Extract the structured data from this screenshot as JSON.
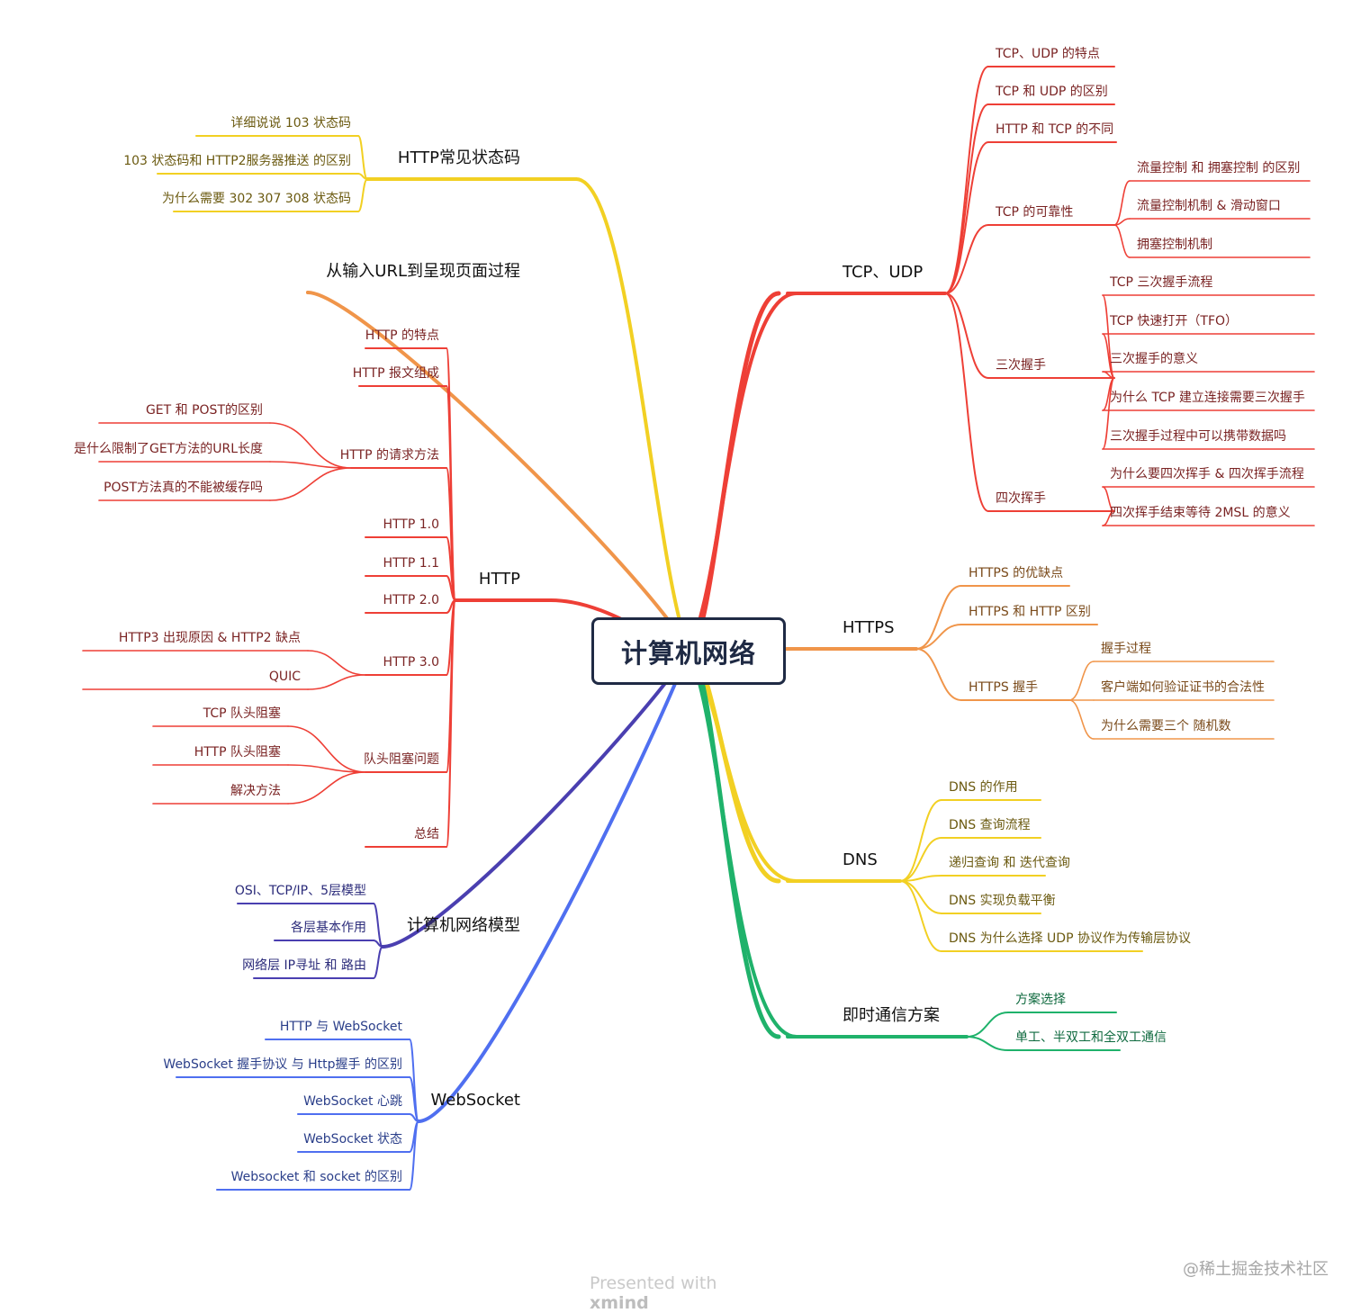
{
  "central": {
    "title": "计算机网络"
  },
  "branches": [
    {
      "label": "TCP、UDP",
      "color": "#ee3f36",
      "children": [
        {
          "label": "TCP、UDP 的特点"
        },
        {
          "label": "TCP 和 UDP 的区别"
        },
        {
          "label": "HTTP 和 TCP 的不同"
        },
        {
          "label": "TCP 的可靠性",
          "children": [
            {
              "label": "流量控制 和 拥塞控制 的区别"
            },
            {
              "label": "流量控制机制 & 滑动窗口"
            },
            {
              "label": "拥塞控制机制"
            }
          ]
        },
        {
          "label": "三次握手",
          "children": [
            {
              "label": "TCP 三次握手流程"
            },
            {
              "label": "TCP 快速打开（TFO）"
            },
            {
              "label": "三次握手的意义"
            },
            {
              "label": "为什么 TCP 建立连接需要三次握手"
            },
            {
              "label": "三次握手过程中可以携带数据吗"
            }
          ]
        },
        {
          "label": "四次挥手",
          "children": [
            {
              "label": "为什么要四次挥手 & 四次挥手流程"
            },
            {
              "label": "四次挥手结束等待 2MSL 的意义"
            }
          ]
        }
      ]
    },
    {
      "label": "HTTPS",
      "color": "#f0954a",
      "children": [
        {
          "label": "HTTPS 的优缺点"
        },
        {
          "label": "HTTPS 和 HTTP 区别"
        },
        {
          "label": "HTTPS 握手",
          "children": [
            {
              "label": "握手过程"
            },
            {
              "label": "客户端如何验证证书的合法性"
            },
            {
              "label": "为什么需要三个 随机数"
            }
          ]
        }
      ]
    },
    {
      "label": "DNS",
      "color": "#f2d023",
      "children": [
        {
          "label": "DNS 的作用"
        },
        {
          "label": "DNS 查询流程"
        },
        {
          "label": "递归查询 和 迭代查询"
        },
        {
          "label": "DNS 实现负载平衡"
        },
        {
          "label": "DNS 为什么选择 UDP 协议作为传输层协议"
        }
      ]
    },
    {
      "label": "即时通信方案",
      "color": "#1fb26b",
      "children": [
        {
          "label": "方案选择"
        },
        {
          "label": "单工、半双工和全双工通信"
        }
      ]
    },
    {
      "label": "HTTP常见状态码",
      "color": "#f2d023",
      "children": [
        {
          "label": "详细说说 103 状态码"
        },
        {
          "label": "103 状态码和 HTTP2服务器推送 的区别"
        },
        {
          "label": "为什么需要 302 307 308 状态码"
        }
      ]
    },
    {
      "label": "从输入URL到呈现页面过程",
      "color": "#f0954a",
      "children": []
    },
    {
      "label": "HTTP",
      "color": "#ee3f36",
      "children": [
        {
          "label": "HTTP 的特点"
        },
        {
          "label": "HTTP 报文组成"
        },
        {
          "label": "HTTP 的请求方法",
          "children": [
            {
              "label": "GET 和 POST的区别"
            },
            {
              "label": "是什么限制了GET方法的URL长度"
            },
            {
              "label": "POST方法真的不能被缓存吗"
            }
          ]
        },
        {
          "label": "HTTP 1.0"
        },
        {
          "label": "HTTP 1.1"
        },
        {
          "label": "HTTP 2.0"
        },
        {
          "label": "HTTP 3.0",
          "children": [
            {
              "label": "HTTP3 出现原因 & HTTP2 缺点"
            },
            {
              "label": "QUIC"
            }
          ]
        },
        {
          "label": "队头阻塞问题",
          "children": [
            {
              "label": "TCP 队头阻塞"
            },
            {
              "label": "HTTP 队头阻塞"
            },
            {
              "label": "解决方法"
            }
          ]
        },
        {
          "label": "总结"
        }
      ]
    },
    {
      "label": "计算机网络模型",
      "color": "#4a3fb0",
      "children": [
        {
          "label": "OSI、TCP/IP、5层模型"
        },
        {
          "label": "各层基本作用"
        },
        {
          "label": "网络层 IP寻址 和 路由"
        }
      ]
    },
    {
      "label": "WebSocket",
      "color": "#4f6ff0",
      "children": [
        {
          "label": "HTTP 与 WebSocket"
        },
        {
          "label": "WebSocket 握手协议 与 Http握手 的区别"
        },
        {
          "label": "WebSocket 心跳"
        },
        {
          "label": "WebSocket 状态"
        },
        {
          "label": "Websocket 和 socket 的区别"
        }
      ]
    }
  ],
  "footer": {
    "prefix": "Presented with ",
    "brand": "xmind"
  },
  "watermark": "@稀土掘金技术社区"
}
